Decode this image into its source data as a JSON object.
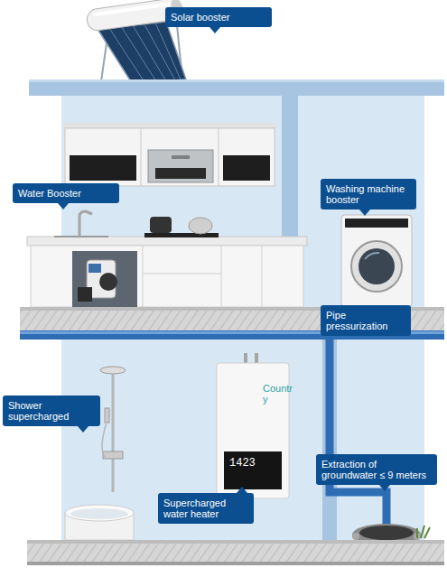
{
  "diagram": {
    "nodes": [
      {
        "text": [
          "Solar booster"
        ]
      },
      {
        "text": [
          "Water Booster"
        ]
      },
      {
        "text": [
          "Washing machine booster"
        ]
      },
      {
        "text": [
          "Pipe pressurization"
        ]
      },
      {
        "text": [
          "Shower supercharged"
        ]
      },
      {
        "text": [
          "Supercharged water heater"
        ]
      },
      {
        "text": [
          "Extraction of groundwater ≤ 9 meters"
        ]
      }
    ],
    "labels": [
      "Country",
      "1423"
    ]
  }
}
